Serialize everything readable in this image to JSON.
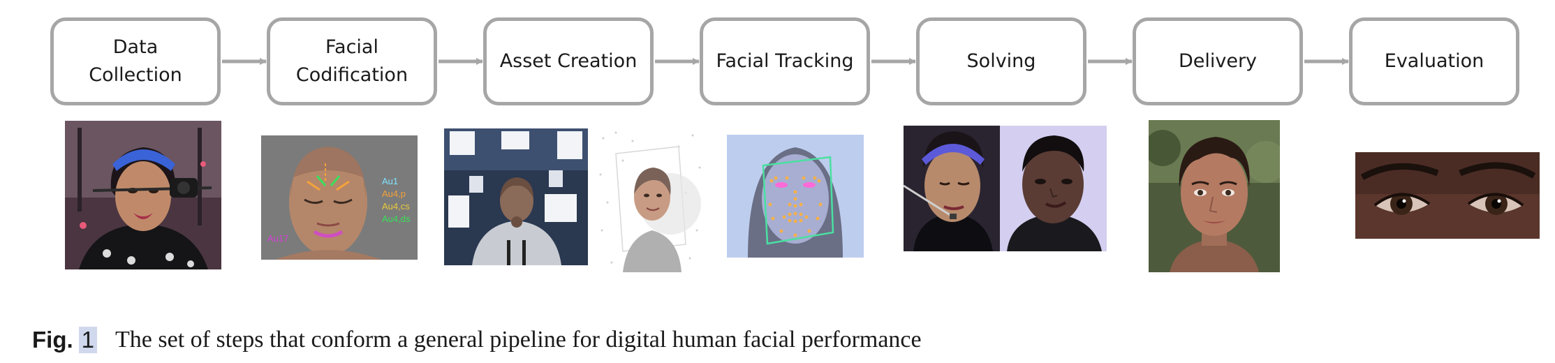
{
  "diagram": {
    "stages": [
      {
        "id": "data-collection",
        "label": "Data\nCollection"
      },
      {
        "id": "facial-codification",
        "label": "Facial\nCodification"
      },
      {
        "id": "asset-creation",
        "label": "Asset Creation"
      },
      {
        "id": "facial-tracking",
        "label": "Facial Tracking"
      },
      {
        "id": "solving",
        "label": "Solving"
      },
      {
        "id": "delivery",
        "label": "Delivery"
      },
      {
        "id": "evaluation",
        "label": "Evaluation"
      }
    ],
    "connector_color": "#a6a6a6",
    "box_border_color": "#a6a6a6",
    "au_labels": [
      {
        "text": "Au1",
        "color": "#7fe3ff"
      },
      {
        "text": "Au4,p",
        "color": "#f3a23a"
      },
      {
        "text": "Au4,cs",
        "color": "#e8c93a"
      },
      {
        "text": "Au4,ds",
        "color": "#38e05a"
      },
      {
        "text": "Au17",
        "color": "#d640d6"
      }
    ]
  },
  "caption": {
    "prefix": "Fig.",
    "number": "1",
    "text": "The set of steps that conform a general pipeline for digital human facial performance"
  }
}
